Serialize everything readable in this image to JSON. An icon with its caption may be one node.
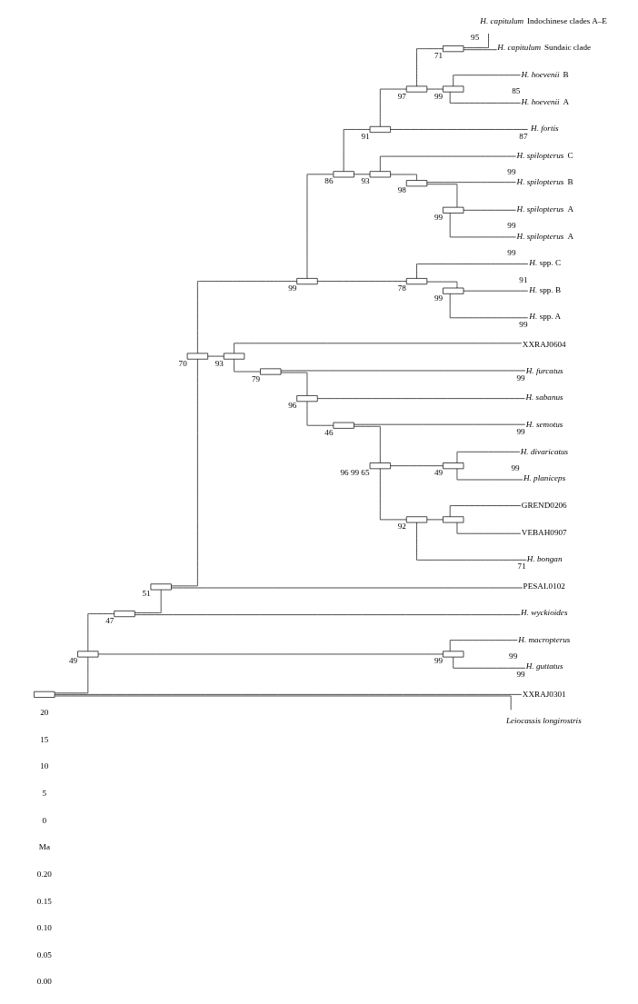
{
  "diagram": {
    "nodes": [
      {
        "text": [],
        "shape": "bar",
        "beside": [
          "99"
        ]
      },
      {
        "text": [],
        "shape": "bar",
        "beside": [
          "86"
        ]
      },
      {
        "text": [],
        "shape": "bar",
        "beside": [
          "91"
        ]
      },
      {
        "text": [],
        "shape": "bar",
        "beside": [
          "97"
        ]
      },
      {
        "text": [],
        "shape": "bar",
        "beside": [
          "71"
        ]
      },
      {
        "text": [
          "*H. capitulum* Indochinese clades A–E"
        ],
        "beside": [
          "95"
        ]
      },
      {
        "text": [
          "*H. capitulum* Sundaic clade"
        ]
      },
      {
        "text": [],
        "shape": "bar",
        "beside": [
          "99"
        ]
      },
      {
        "text": [
          "*H. hoevenii* B"
        ],
        "beside": [
          "85"
        ]
      },
      {
        "text": [
          "*H. hoevenii* A"
        ]
      },
      {
        "text": [
          "*H. fortis*"
        ],
        "beside": [
          "87"
        ]
      },
      {
        "text": [],
        "shape": "bar",
        "beside": [
          "93"
        ]
      },
      {
        "text": [
          "*H. spilopterus* C"
        ],
        "beside": [
          "99"
        ]
      },
      {
        "text": [],
        "shape": "bar",
        "beside": [
          "98"
        ]
      },
      {
        "text": [
          "*H. spilopterus* B"
        ]
      },
      {
        "text": [],
        "shape": "bar",
        "beside": [
          "99"
        ]
      },
      {
        "text": [
          "*H. spilopterus* A"
        ],
        "beside": [
          "99"
        ]
      },
      {
        "text": [
          "*H. spilopterus* A"
        ],
        "beside": [
          "99"
        ]
      },
      {
        "text": [],
        "shape": "bar",
        "beside": [
          "78"
        ]
      },
      {
        "text": [
          "*H.* spp. C"
        ],
        "beside": [
          "91"
        ]
      },
      {
        "text": [],
        "shape": "bar",
        "beside": [
          "99"
        ]
      },
      {
        "text": [
          "*H.* spp. B"
        ]
      },
      {
        "text": [
          "*H.* spp. A"
        ],
        "beside": [
          "99"
        ]
      },
      {
        "text": [],
        "shape": "bar",
        "beside": [
          "70"
        ]
      },
      {
        "text": [],
        "shape": "bar",
        "beside": [
          "93"
        ]
      },
      {
        "text": [
          "XXRAJ0604"
        ]
      },
      {
        "text": [],
        "shape": "bar",
        "beside": [
          "79"
        ]
      },
      {
        "text": [
          "*H. furcatus*"
        ],
        "beside": [
          "99"
        ]
      },
      {
        "text": [],
        "shape": "bar",
        "beside": [
          "96"
        ]
      },
      {
        "text": [
          "*H. sabanus*"
        ]
      },
      {
        "text": [],
        "shape": "bar",
        "beside": [
          "46"
        ]
      },
      {
        "text": [
          "*H. semotus*"
        ],
        "beside": [
          "99"
        ]
      },
      {
        "text": [],
        "shape": "bar",
        "beside": [
          "96",
          "99",
          "65"
        ]
      },
      {
        "text": [],
        "shape": "bar",
        "beside": [
          "49"
        ]
      },
      {
        "text": [
          "*H. divaricatus*"
        ],
        "beside": [
          "99"
        ]
      },
      {
        "text": [
          "*H. planiceps*"
        ]
      },
      {
        "text": [],
        "shape": "bar",
        "beside": [
          "92"
        ]
      },
      {
        "text": [],
        "shape": "bar"
      },
      {
        "text": [
          "GREND0206"
        ]
      },
      {
        "text": [
          "VEBAH0907"
        ]
      },
      {
        "text": [
          "*H. bongan*"
        ],
        "beside": [
          "71"
        ]
      },
      {
        "text": [],
        "shape": "bar",
        "beside": [
          "51"
        ]
      },
      {
        "text": [
          "PESAL0102"
        ]
      },
      {
        "text": [],
        "shape": "bar",
        "beside": [
          "47"
        ]
      },
      {
        "text": [
          "*H. wyckioides*"
        ]
      },
      {
        "text": [],
        "shape": "bar",
        "beside": [
          "49"
        ]
      },
      {
        "text": [],
        "shape": "bar",
        "beside": [
          "99"
        ]
      },
      {
        "text": [
          "*H. macropterus*"
        ],
        "beside": [
          "99"
        ]
      },
      {
        "text": [
          "*H. guttatus*"
        ],
        "beside": [
          "99"
        ]
      },
      {
        "text": [],
        "shape": "bar"
      },
      {
        "text": [
          "XXRAJ0301"
        ]
      },
      {
        "text": [
          "*Leiocassis longirostris*"
        ]
      }
    ],
    "edges": [
      {
        "from": 49,
        "to": 45,
        "arrow": "none"
      },
      {
        "from": 49,
        "to": 50,
        "arrow": "none"
      },
      {
        "from": 49,
        "to": 51,
        "arrow": "none"
      },
      {
        "from": 45,
        "to": 43,
        "arrow": "none"
      },
      {
        "from": 45,
        "to": 46,
        "arrow": "none"
      },
      {
        "from": 46,
        "to": 47,
        "arrow": "none"
      },
      {
        "from": 46,
        "to": 48,
        "arrow": "none"
      },
      {
        "from": 43,
        "to": 41,
        "arrow": "none"
      },
      {
        "from": 43,
        "to": 44,
        "arrow": "none"
      },
      {
        "from": 41,
        "to": 23,
        "arrow": "none"
      },
      {
        "from": 41,
        "to": 42,
        "arrow": "none"
      },
      {
        "from": 23,
        "to": 0,
        "arrow": "none"
      },
      {
        "from": 23,
        "to": 24,
        "arrow": "none"
      },
      {
        "from": 0,
        "to": 1,
        "arrow": "none"
      },
      {
        "from": 0,
        "to": 18,
        "arrow": "none"
      },
      {
        "from": 1,
        "to": 2,
        "arrow": "none"
      },
      {
        "from": 1,
        "to": 11,
        "arrow": "none"
      },
      {
        "from": 2,
        "to": 3,
        "arrow": "none"
      },
      {
        "from": 2,
        "to": 10,
        "arrow": "none"
      },
      {
        "from": 3,
        "to": 4,
        "arrow": "none"
      },
      {
        "from": 3,
        "to": 7,
        "arrow": "none"
      },
      {
        "from": 4,
        "to": 5,
        "arrow": "none"
      },
      {
        "from": 4,
        "to": 6,
        "arrow": "none"
      },
      {
        "from": 7,
        "to": 8,
        "arrow": "none"
      },
      {
        "from": 7,
        "to": 9,
        "arrow": "none"
      },
      {
        "from": 11,
        "to": 12,
        "arrow": "none"
      },
      {
        "from": 11,
        "to": 13,
        "arrow": "none"
      },
      {
        "from": 13,
        "to": 14,
        "arrow": "none"
      },
      {
        "from": 13,
        "to": 15,
        "arrow": "none"
      },
      {
        "from": 15,
        "to": 16,
        "arrow": "none"
      },
      {
        "from": 15,
        "to": 17,
        "arrow": "none"
      },
      {
        "from": 18,
        "to": 19,
        "arrow": "none"
      },
      {
        "from": 18,
        "to": 20,
        "arrow": "none"
      },
      {
        "from": 20,
        "to": 21,
        "arrow": "none"
      },
      {
        "from": 20,
        "to": 22,
        "arrow": "none"
      },
      {
        "from": 24,
        "to": 25,
        "arrow": "none"
      },
      {
        "from": 24,
        "to": 26,
        "arrow": "none"
      },
      {
        "from": 26,
        "to": 27,
        "arrow": "none"
      },
      {
        "from": 26,
        "to": 28,
        "arrow": "none"
      },
      {
        "from": 28,
        "to": 29,
        "arrow": "none"
      },
      {
        "from": 28,
        "to": 30,
        "arrow": "none"
      },
      {
        "from": 30,
        "to": 31,
        "arrow": "none"
      },
      {
        "from": 30,
        "to": 32,
        "arrow": "none"
      },
      {
        "from": 32,
        "to": 33,
        "arrow": "none"
      },
      {
        "from": 32,
        "to": 36,
        "arrow": "none"
      },
      {
        "from": 33,
        "to": 34,
        "arrow": "none"
      },
      {
        "from": 33,
        "to": 35,
        "arrow": "none"
      },
      {
        "from": 36,
        "to": 37,
        "arrow": "none"
      },
      {
        "from": 36,
        "to": 40,
        "arrow": "none"
      },
      {
        "from": 37,
        "to": 38,
        "arrow": "none"
      },
      {
        "from": 37,
        "to": 39,
        "arrow": "none"
      }
    ],
    "labels": [
      "20",
      "15",
      "10",
      "5",
      "0",
      "Ma",
      "0.20",
      "0.15",
      "0.10",
      "0.05",
      "0.00"
    ]
  }
}
